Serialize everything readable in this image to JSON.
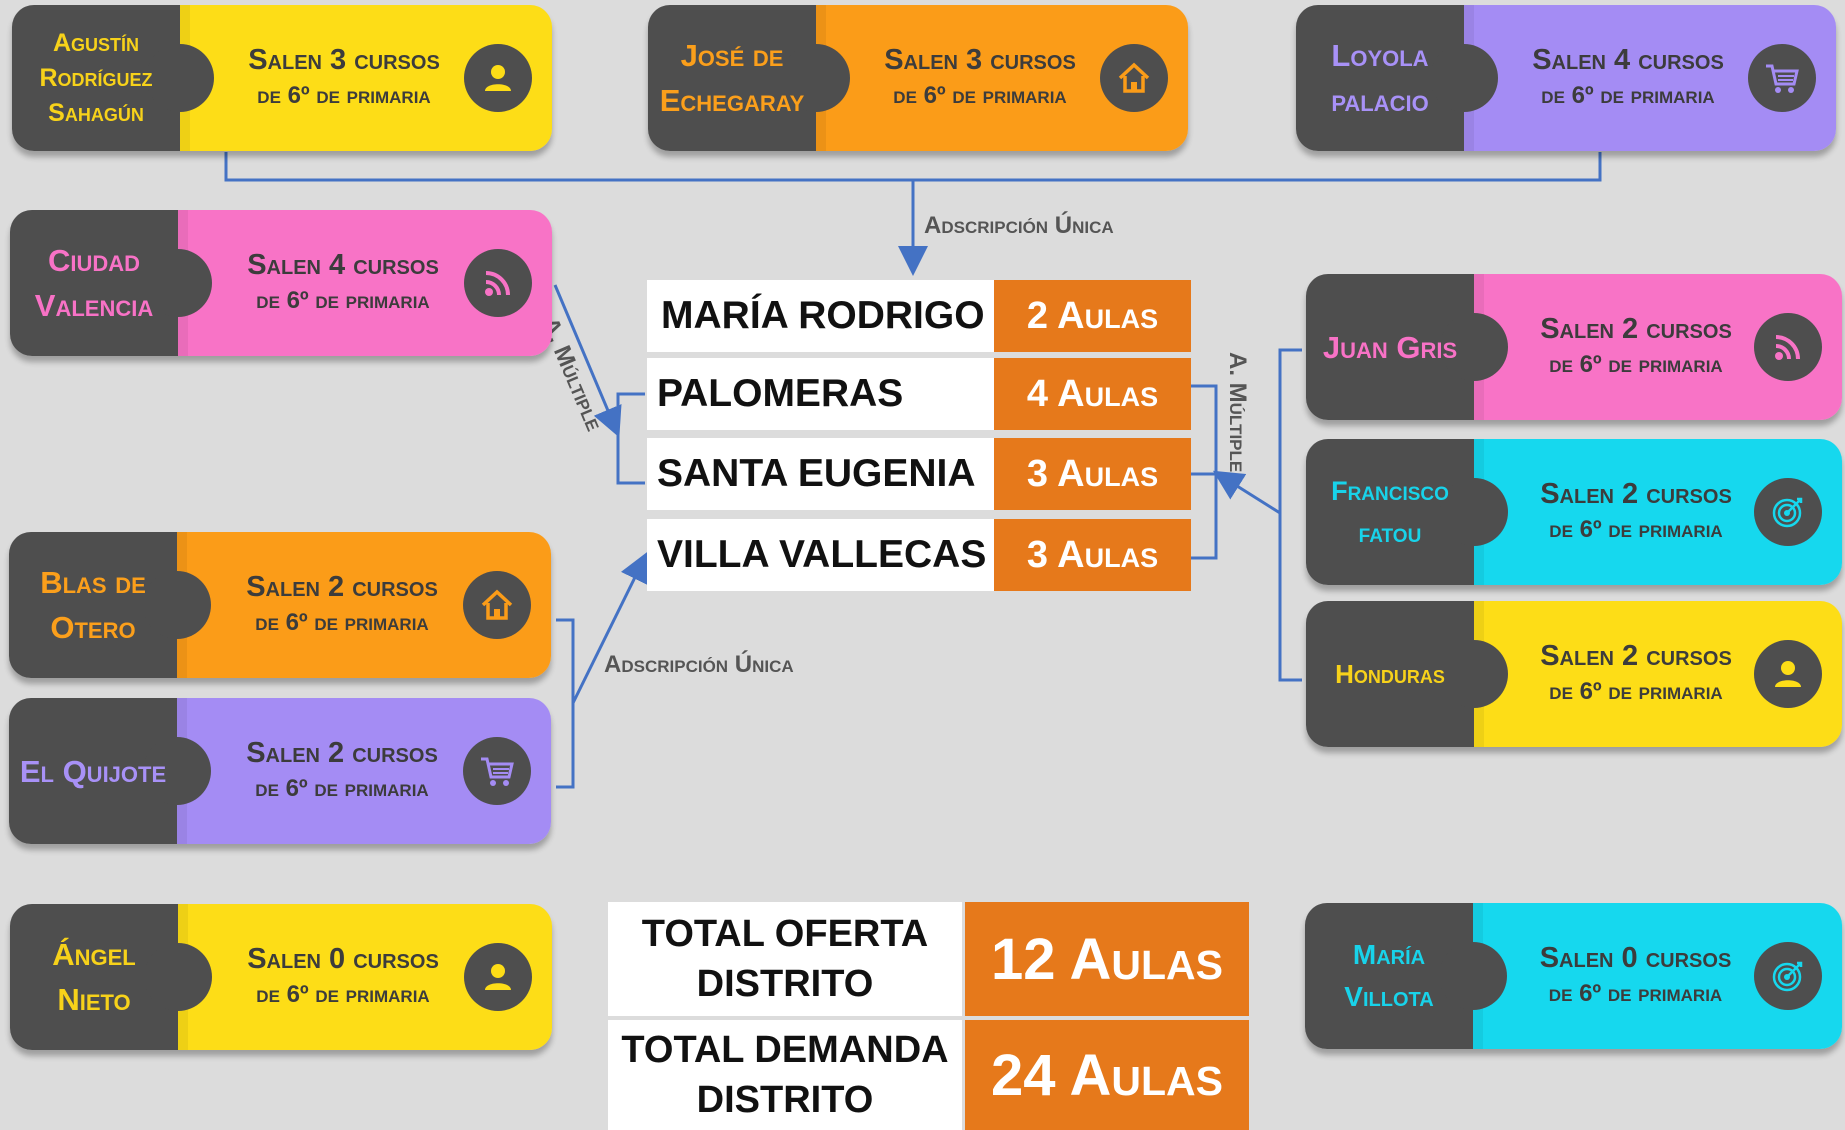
{
  "schools": {
    "agustin": {
      "name": "Agustín Rodríguez Sahagún",
      "line1": "Salen 3 cursos",
      "line2": "de 6º de primaria",
      "icon": "user-icon"
    },
    "jose": {
      "name": "José de Echegaray",
      "line1": "Salen 3 cursos",
      "line2": "de 6º de primaria",
      "icon": "home-icon"
    },
    "loyola": {
      "name": "Loyola palacio",
      "line1": "Salen 4 cursos",
      "line2": "de 6º de primaria",
      "icon": "cart-icon"
    },
    "ciudad": {
      "name": "Ciudad Valencia",
      "line1": "Salen 4 cursos",
      "line2": "de 6º de primaria",
      "icon": "rss-icon"
    },
    "juan": {
      "name": "Juan Gris",
      "line1": "Salen 2 cursos",
      "line2": "de 6º de primaria",
      "icon": "rss-icon"
    },
    "francisco": {
      "name": "Francisco fatou",
      "line1": "Salen 2 cursos",
      "line2": "de 6º de primaria",
      "icon": "target-icon"
    },
    "blas": {
      "name": "Blas de Otero",
      "line1": "Salen 2 cursos",
      "line2": "de 6º de primaria",
      "icon": "home-icon"
    },
    "quijote": {
      "name": "El Quijote",
      "line1": "Salen 2 cursos",
      "line2": "de 6º de primaria",
      "icon": "cart-icon"
    },
    "honduras": {
      "name": "Honduras",
      "line1": "Salen 2 cursos",
      "line2": "de 6º de primaria",
      "icon": "user-icon"
    },
    "angel": {
      "name": "Ángel Nieto",
      "line1": "Salen 0 cursos",
      "line2": "de 6º de primaria",
      "icon": "user-icon"
    },
    "villota": {
      "name": "María Villota",
      "line1": "Salen 0 cursos",
      "line2": "de 6º de primaria",
      "icon": "target-icon"
    }
  },
  "secondary": [
    {
      "name": "MARÍA RODRIGO",
      "aulas": "2 Aulas"
    },
    {
      "name": "PALOMERAS",
      "aulas": "4 Aulas"
    },
    {
      "name": "SANTA EUGENIA",
      "aulas": "3 Aulas"
    },
    {
      "name": "VILLA VALLECAS",
      "aulas": "3 Aulas"
    }
  ],
  "totals": {
    "oferta_label": "TOTAL OFERTA DISTRITO",
    "oferta_value": "12 Aulas",
    "demanda_label": "TOTAL DEMANDA DISTRITO",
    "demanda_value": "24 Aulas"
  },
  "labels": {
    "adscripcion_unica_top": "Adscripción Única",
    "adscripcion_unica_bottom": "Adscripción Única",
    "multiple_left": "A. Múltiple",
    "multiple_right": "A. Múltiple"
  },
  "colors": {
    "card_dark": "#4e4e4e",
    "yellow": "#fddd17",
    "orange": "#fb9c18",
    "purple": "#a48cf4",
    "pink": "#f873c6",
    "cyan": "#16d8ee",
    "aulas_orange": "#e6791b",
    "connector": "#4472c4"
  }
}
